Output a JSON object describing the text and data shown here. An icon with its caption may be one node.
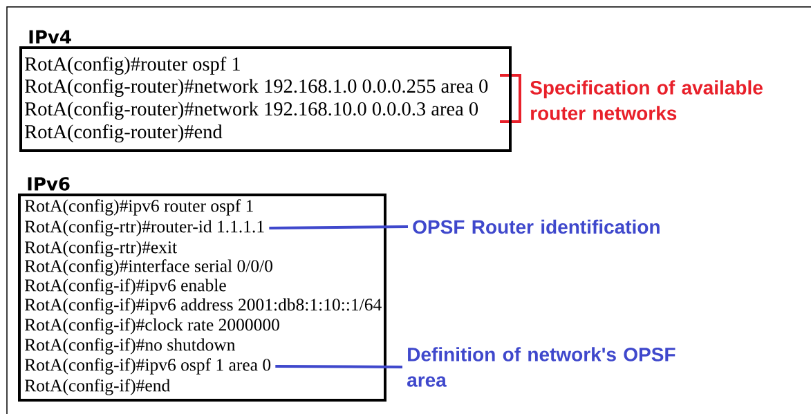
{
  "diagram": {
    "nodes": [
      {
        "text": [
          "IPv4"
        ]
      },
      {
        "text": [
          "RotA(config)#router ospf 1"
        ],
        "in": 0
      },
      {
        "text": [
          "RotA(config-router)#network 192.168.1.0 0.0.0.255 area 0"
        ],
        "in": 0
      },
      {
        "text": [
          "RotA(config-router)#network 192.168.10.0 0.0.0.3 area 0"
        ],
        "in": 0
      },
      {
        "text": [
          "RotA(config-router)#end"
        ],
        "in": 0
      },
      {
        "text": [
          "IPv6"
        ]
      },
      {
        "text": [
          "RotA(config)#ipv6 router ospf 1"
        ],
        "in": 5
      },
      {
        "text": [
          "RotA(config-rtr)#router-id 1.1.1.1"
        ],
        "in": 5
      },
      {
        "text": [
          "RotA(config-rtr)#exit"
        ],
        "in": 5
      },
      {
        "text": [
          "RotA(config)#interface serial 0/0/0"
        ],
        "in": 5
      },
      {
        "text": [
          "RotA(config-if)#ipv6 enable"
        ],
        "in": 5
      },
      {
        "text": [
          "RotA(config-if)#ipv6 address 2001:db8:1:10::1/64"
        ],
        "in": 5
      },
      {
        "text": [
          "RotA(config-if)#clock rate 2000000"
        ],
        "in": 5
      },
      {
        "text": [
          "RotA(config-if)#no shutdown"
        ],
        "in": 5
      },
      {
        "text": [
          "RotA(config-if)#ipv6 ospf 1 area 0"
        ],
        "in": 5
      },
      {
        "text": [
          "RotA(config-if)#end"
        ],
        "in": 5
      },
      {
        "text": [
          "OPSF Router identification"
        ]
      },
      {
        "text": [
          "Definition of network's OPSF area"
        ]
      }
    ],
    "edges": [
      {
        "from": 16,
        "to": 7,
        "arrow": "none"
      },
      {
        "from": 17,
        "to": 14,
        "arrow": "none"
      }
    ],
    "labels": [
      "Specification of available router networks"
    ]
  }
}
